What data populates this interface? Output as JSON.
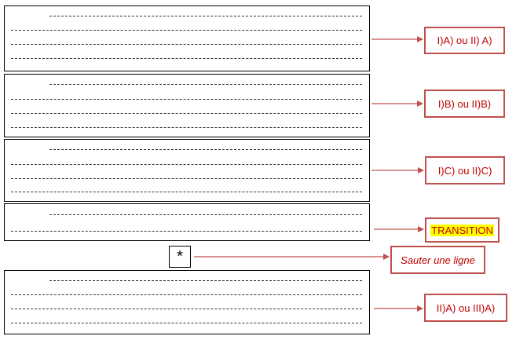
{
  "labels": {
    "label_1": "I)A) ou II) A)",
    "label_2": "I)B) ou II)B)",
    "label_3": "I)C) ou II)C)",
    "label_4": "TRANSITION",
    "label_5": "Sauter une ligne",
    "label_6": "II)A) ou III)A)"
  },
  "separator_symbol": "*",
  "colors": {
    "accent": "#c0504d",
    "label_text": "#c00000",
    "highlight": "#ffff00"
  }
}
